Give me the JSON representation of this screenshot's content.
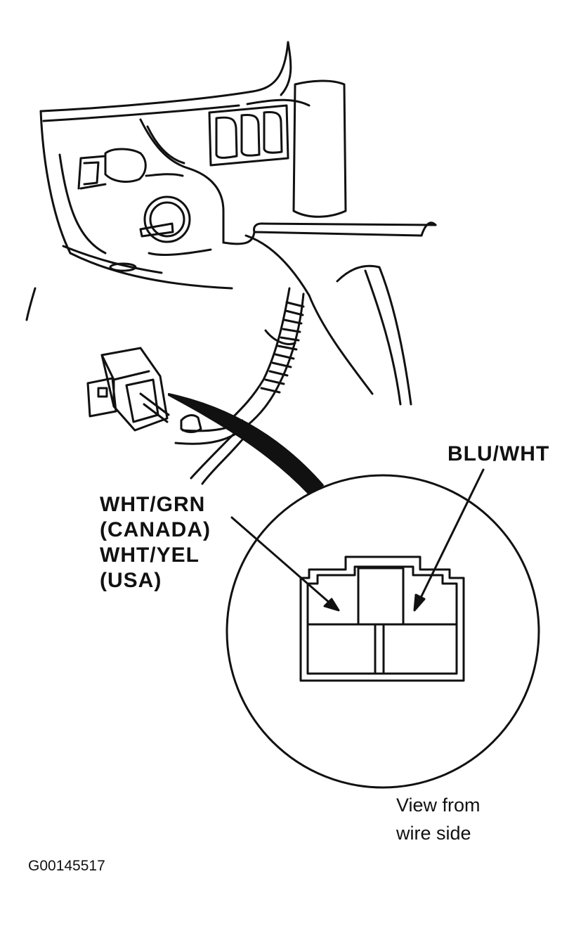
{
  "labels": {
    "blu_wht": "BLU/WHT",
    "wht_grn": "WHT/GRN",
    "canada": "(CANADA)",
    "wht_yel": "WHT/YEL",
    "usa": "(USA)",
    "view_line1": "View from",
    "view_line2": "wire side"
  },
  "figure_code": "G00145517",
  "colors": {
    "ink": "#111111",
    "paper": "#ffffff"
  }
}
